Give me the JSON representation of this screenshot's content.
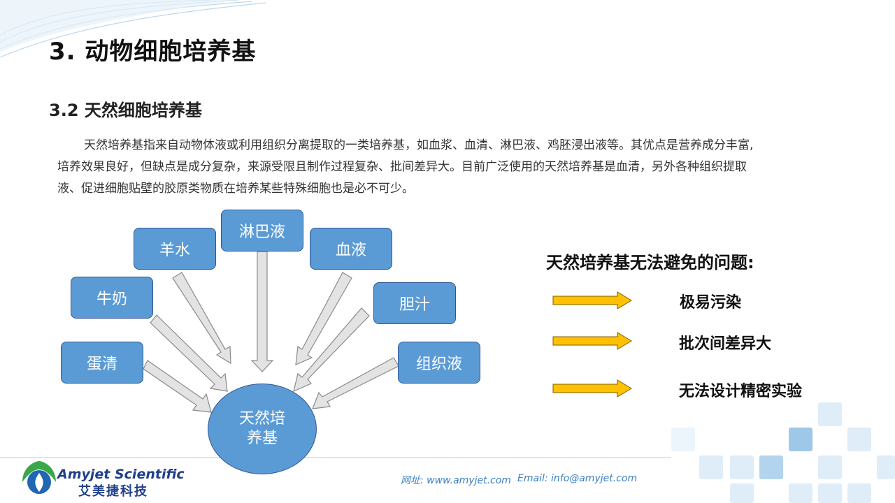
{
  "title": "3. 动物细胞培养基",
  "subtitle": "3.2 天然细胞培养基",
  "paragraph": {
    "line1": "天然培养基指来自动物体液或利用组织分离提取的一类培养基，如血浆、血清、淋巴液、鸡胚浸出液等。其优点是营养成分丰富,",
    "line2": "培养效果良好，但缺点是成分复杂，来源受限且制作过程复杂、批间差异大。目前广泛使用的天然培养基是血清，另外各种组织提取",
    "line3": "液、促进细胞贴壁的胶原类物质在培养某些特殊细胞也是必不可少。"
  },
  "diagram": {
    "sources": {
      "egg_white": "蛋清",
      "milk": "牛奶",
      "amniotic": "羊水",
      "lymph": "淋巴液",
      "plasma": "血液",
      "bile": "胆汁",
      "tissue": "组织液"
    },
    "center_line1": "天然培",
    "center_line2": "养基"
  },
  "problems": {
    "title": "天然培养基无法避免的问题:",
    "items": [
      "极易污染",
      "批次间差异大",
      "无法设计精密实验"
    ]
  },
  "footer": {
    "website": "网址: www.amyjet.com",
    "email": "Email: info@amyjet.com",
    "logo_en": "Amyjet Scientific",
    "logo_cn": "艾美捷科技"
  },
  "colors": {
    "node_fill": "#5b9bd5",
    "node_border": "#2f5597",
    "problem_arrow": "#ffc000"
  }
}
